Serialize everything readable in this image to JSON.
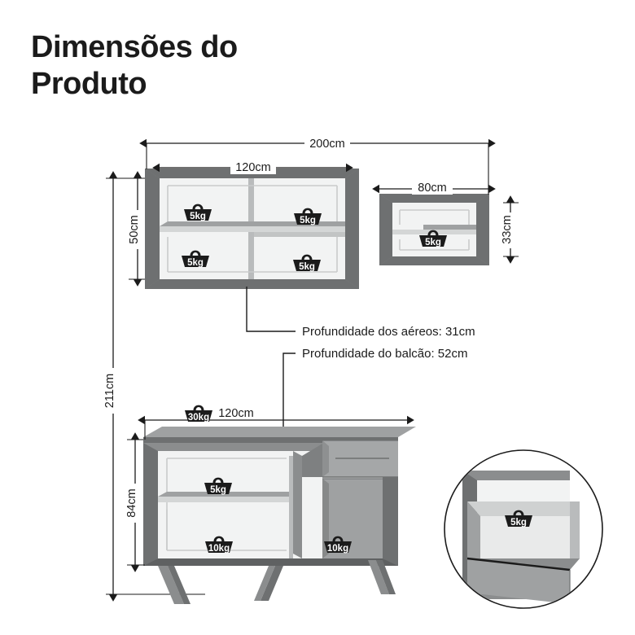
{
  "title": {
    "line1": "Dimensões do",
    "line2": "Produto"
  },
  "dimensions": {
    "total_width": "200cm",
    "upper_left_width": "120cm",
    "upper_right_width": "80cm",
    "upper_left_height": "50cm",
    "upper_right_height": "33cm",
    "total_height": "211cm",
    "counter_width": "120cm",
    "counter_height": "84cm"
  },
  "callouts": {
    "depth_uppers": "Profundidade dos aéreos: 31cm",
    "depth_counter": "Profundidade do balcão: 52cm"
  },
  "weights": {
    "upper_left_top_left": "5kg",
    "upper_left_top_right": "5kg",
    "upper_left_bottom_left": "5kg",
    "upper_left_bottom_right": "5kg",
    "upper_right": "5kg",
    "counter_top": "30kg",
    "counter_shelf": "5kg",
    "counter_bottom_left": "10kg",
    "counter_bottom_right": "10kg",
    "drawer_detail": "5kg"
  },
  "colors": {
    "line": "#1b1b1b",
    "furniture_dark": "#6e7071",
    "furniture_mid": "#8b8d8e",
    "furniture_light": "#b9bbbc",
    "panel_white": "#f2f3f3",
    "badge": "#1b1b1b",
    "background": "#ffffff"
  }
}
